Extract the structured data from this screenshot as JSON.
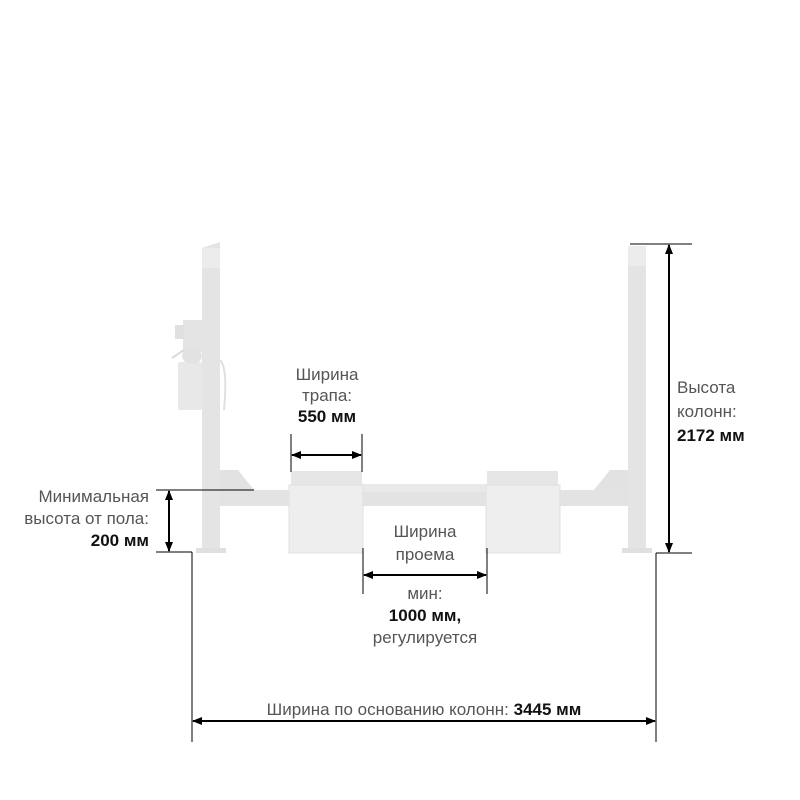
{
  "diagram": {
    "subject": "four-post car lift front view with dimensions",
    "colors": {
      "structure": "#e6e6e6",
      "structure_shade": "#d9d9d9",
      "dimension_line": "#000000",
      "label_text": "#555555",
      "value_text": "#111111"
    }
  },
  "dimensions": {
    "ramp_width": {
      "label_line1": "Ширина",
      "label_line2": "трапа:",
      "value": "550 мм"
    },
    "column_height": {
      "label_line1": "Высота",
      "label_line2": "колонн:",
      "value": "2172 мм"
    },
    "min_height": {
      "label_line1": "Минимальная",
      "label_line2": "высота от пола:",
      "value": "200 мм"
    },
    "opening_width": {
      "label_line1": "Ширина",
      "label_line2": "проема",
      "label_line3": "мин:",
      "value": "1000 мм,",
      "note": "регулируется"
    },
    "base_width": {
      "label": "Ширина по основанию колонн:",
      "value": "3445 мм"
    }
  }
}
